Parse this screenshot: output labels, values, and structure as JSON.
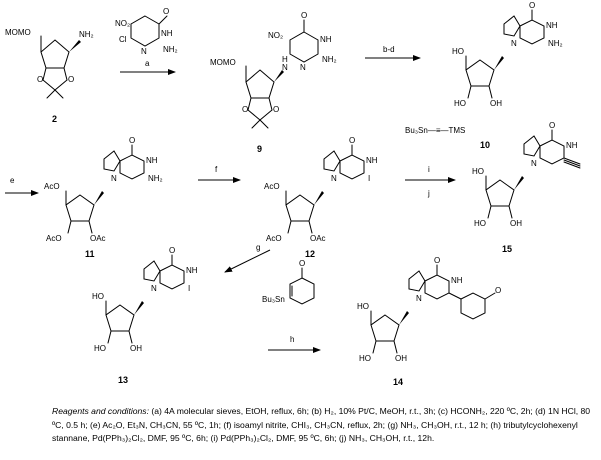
{
  "compounds": {
    "c2": {
      "number": "2",
      "labels": {
        "protect": "MOMO",
        "amine": "NH₂"
      }
    },
    "c9": {
      "number": "9",
      "labels": {
        "protect": "MOMO",
        "nitro": "NO₂",
        "nh": "NH",
        "link_nh": "H",
        "link_n": "N",
        "ring_n": "N",
        "amine": "NH₂",
        "oxo": "O"
      }
    },
    "c10": {
      "number": "10",
      "labels": {
        "oh1": "HO",
        "oh2": "HO",
        "oh3": "OH",
        "n": "N",
        "nh": "NH",
        "amine": "NH₂",
        "oxo": "O"
      }
    },
    "c11": {
      "number": "11",
      "labels": {
        "ac1": "AcO",
        "ac2": "AcO",
        "ac3": "OAc",
        "n": "N",
        "nh": "NH",
        "amine": "NH₂",
        "oxo": "O"
      }
    },
    "c12": {
      "number": "12",
      "labels": {
        "ac1": "AcO",
        "ac2": "AcO",
        "ac3": "OAc",
        "n": "N",
        "nh": "NH",
        "iodo": "I",
        "oxo": "O"
      }
    },
    "c13": {
      "number": "13",
      "labels": {
        "oh1": "HO",
        "oh2": "HO",
        "oh3": "OH",
        "n": "N",
        "nh": "NH",
        "iodo": "I",
        "oxo": "O"
      }
    },
    "c14": {
      "number": "14",
      "labels": {
        "oh1": "HO",
        "oh2": "HO",
        "oh3": "OH",
        "n": "N",
        "nh": "NH",
        "oxo": "O",
        "ketone": "O"
      }
    },
    "c15": {
      "number": "15",
      "labels": {
        "oh1": "HO",
        "oh2": "HO",
        "oh3": "OH",
        "n": "N",
        "nh": "NH",
        "oxo": "O"
      }
    }
  },
  "reagents": {
    "chloropyrimidine": {
      "nitro": "NO₂",
      "cl": "Cl",
      "n": "N",
      "amine": "NH₂",
      "nh": "NH",
      "oxo": "O"
    },
    "tin_alkyne": "Bu₃Sn—≡—TMS",
    "stannane": {
      "tin": "Bu₃Sn",
      "oxo": "O"
    }
  },
  "arrows": {
    "a": "a",
    "bd": "b-d",
    "e": "e",
    "f": "f",
    "g": "g",
    "h": "h",
    "i": "i",
    "j": "j"
  },
  "conditions": {
    "lead": "Reagents and conditions:",
    "text": " (a) 4A molecular sieves, EtOH, reflux, 6h; (b) H₂, 10% Pt/C, MeOH, r.t., 3h; (c) HCONH₂, 220 ºC, 2h; (d) 1N HCl, 80 ºC, 0.5 h; (e) Ac₂O, Et₃N, CH₃CN, 55 ºC, 1h; (f) isoamyl nitrite, CHI₃, CH₃CN, reflux, 2h; (g) NH₃, CH₃OH, r.t., 12 h; (h) tributylcyclohexenyl stannane, Pd(PPh₃)₂Cl₂, DMF, 95 ºC, 6h; (i) Pd(PPh₃)₂Cl₂, DMF, 95 ºC, 6h; (j) NH₃, CH₃OH, r.t., 12h."
  }
}
